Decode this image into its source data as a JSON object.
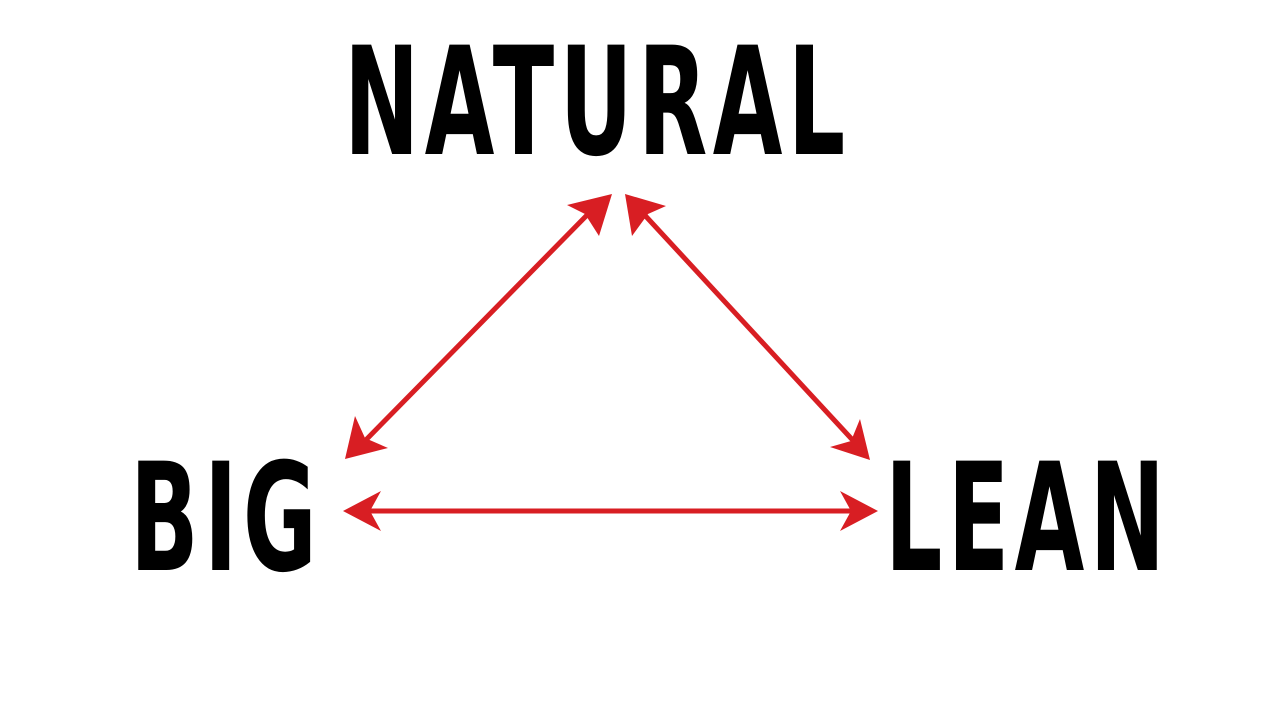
{
  "diagram": {
    "nodes": [
      {
        "id": "natural",
        "label": "NATURAL"
      },
      {
        "id": "big",
        "label": "BIG"
      },
      {
        "id": "lean",
        "label": "LEAN"
      }
    ],
    "edges": [
      {
        "from": "big",
        "to": "natural",
        "bidirectional": true
      },
      {
        "from": "natural",
        "to": "lean",
        "bidirectional": true
      },
      {
        "from": "big",
        "to": "lean",
        "bidirectional": true
      }
    ],
    "colors": {
      "text": "#000000",
      "arrow": "#d81e23",
      "background": "#ffffff"
    }
  }
}
